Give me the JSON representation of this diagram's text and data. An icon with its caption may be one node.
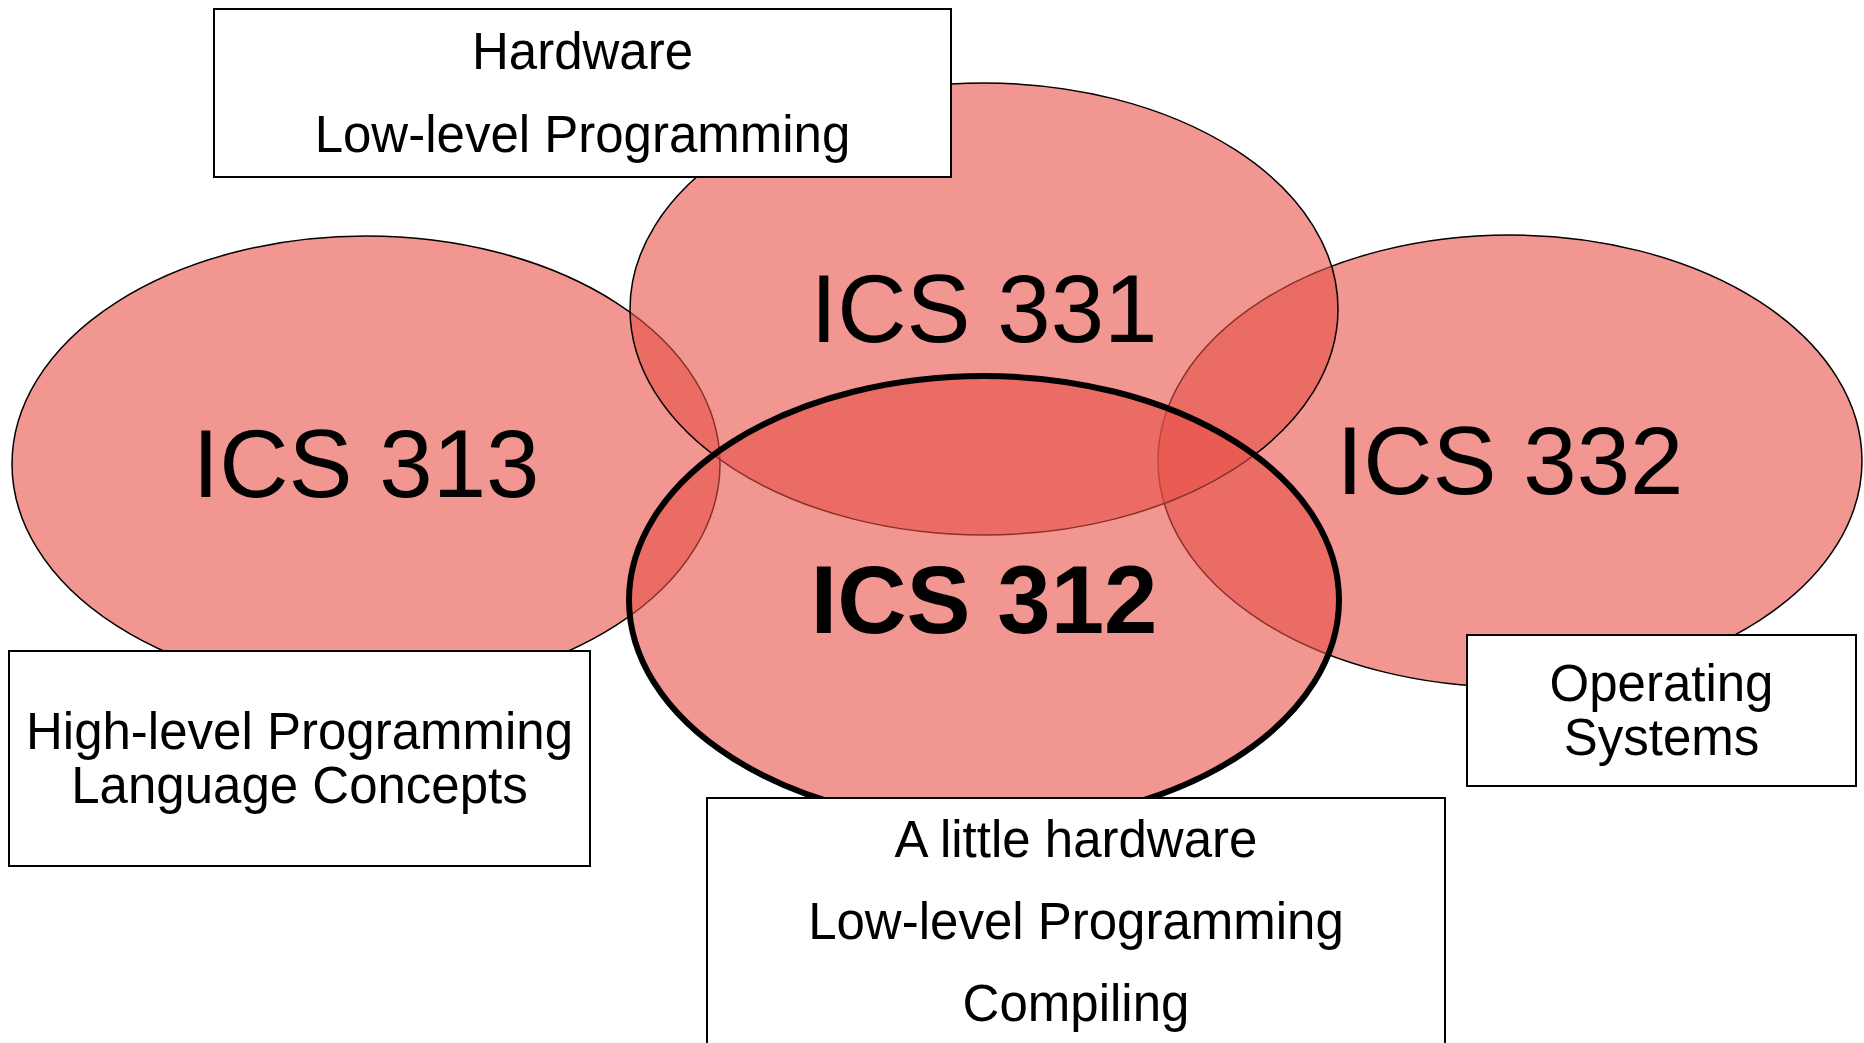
{
  "diagram": {
    "nodes": [
      {
        "text": [
          "Hardware",
          "Low-level Programming"
        ]
      },
      {
        "text": [
          "ICS 331"
        ]
      },
      {
        "text": [
          "ICS 313"
        ]
      },
      {
        "text": [
          "ICS 332"
        ]
      },
      {
        "text": [
          "ICS 312"
        ]
      },
      {
        "text": [
          "High-level Programming Language Concepts"
        ]
      },
      {
        "text": [
          "Operating Systems"
        ]
      },
      {
        "text": [
          "A little hardware",
          "Low-level Programming",
          "Compiling"
        ]
      }
    ]
  }
}
